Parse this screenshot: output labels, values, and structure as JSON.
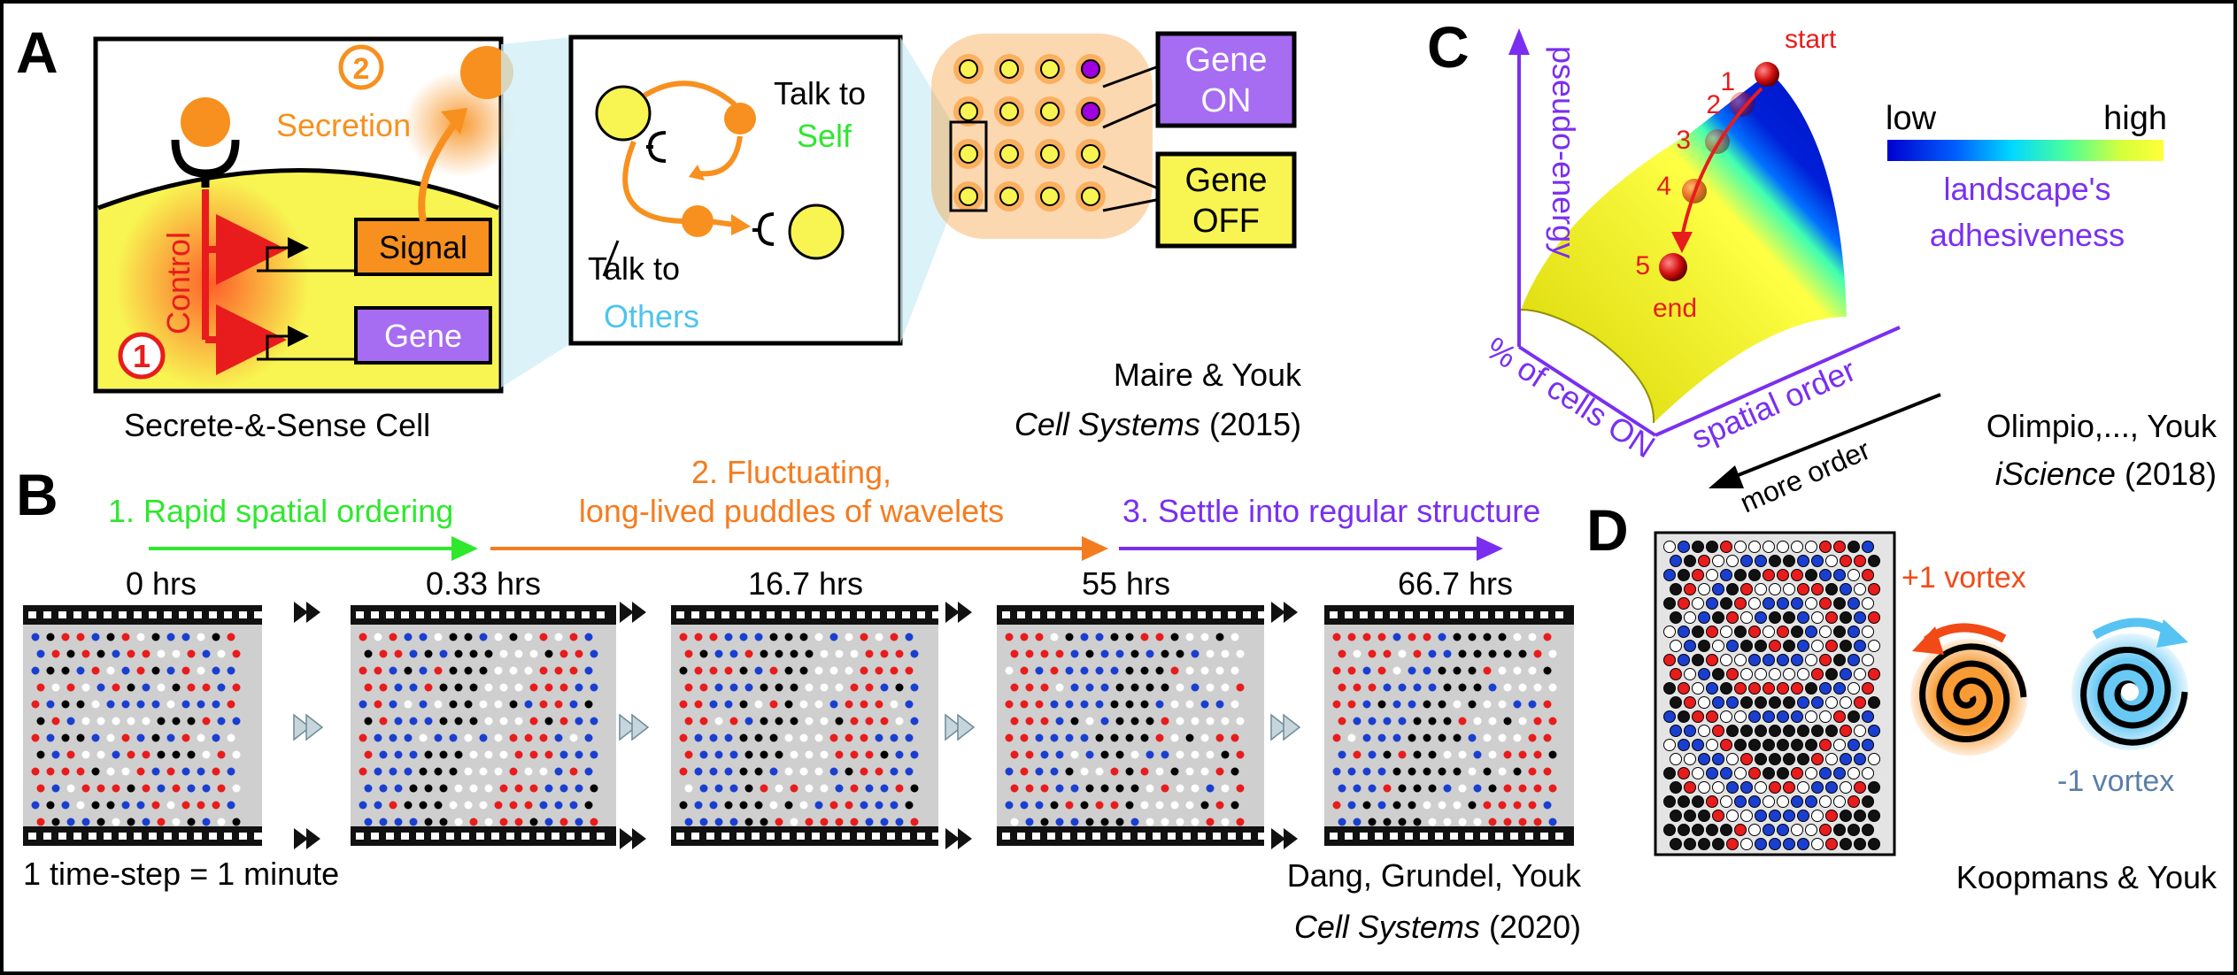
{
  "panels": {
    "a": {
      "label": "A",
      "cell_box": {
        "secretion_num": "2",
        "secretion": "Secretion",
        "control": "Control",
        "control_num": "1",
        "signal": "Signal",
        "gene": "Gene",
        "caption": "Secrete-&-Sense Cell"
      },
      "talk_box": {
        "self_1": "Talk to",
        "self_2": "Self",
        "others_1": "Talk to",
        "others_2": "Others"
      },
      "lattice": {
        "gene_on": [
          "Gene",
          "ON"
        ],
        "gene_off": [
          "Gene",
          "OFF"
        ]
      },
      "citation": {
        "authors": "Maire & Youk",
        "journal": "Cell Systems",
        "year": "(2015)"
      }
    },
    "b": {
      "label": "B",
      "phases": [
        {
          "text": "1. Rapid spatial ordering",
          "color": "#2ee82e"
        },
        {
          "text_1": "2. Fluctuating,",
          "text_2": "long-lived puddles of wavelets",
          "color": "#f47c20"
        },
        {
          "text": "3. Settle into regular structure",
          "color": "#7a2ff0"
        }
      ],
      "frames": [
        "0 hrs",
        "0.33 hrs",
        "16.7 hrs",
        "55 hrs",
        "66.7 hrs"
      ],
      "timestep": "1 time-step = 1 minute",
      "citation": {
        "authors": "Dang, Grundel, Youk",
        "journal": "Cell Systems",
        "year": "(2020)"
      }
    },
    "c": {
      "label": "C",
      "y_axis": "pseudo-energy",
      "x_axis_1": "% of cells ON",
      "x_axis_2": "spatial order",
      "x_axis_3": "more order",
      "steps": [
        "1",
        "2",
        "3",
        "4",
        "5"
      ],
      "start": "start",
      "end": "end",
      "colorbar": {
        "low": "low",
        "high": "high",
        "label_1": "landscape's",
        "label_2": "adhesiveness"
      },
      "citation": {
        "authors": "Olimpio,..., Youk",
        "journal": "iScience",
        "year": "(2018)"
      }
    },
    "d": {
      "label": "D",
      "plus_vortex": "+1 vortex",
      "minus_vortex": "-1 vortex",
      "citation": {
        "authors": "Koopmans & Youk"
      }
    }
  },
  "colors": {
    "orange": "#f7901e",
    "yellow": "#f8f552",
    "purple": "#a66cf2",
    "red": "#e81c1c",
    "cyan": "#4dc4ee",
    "green": "#2ee82e",
    "violet": "#7a2ff0"
  }
}
